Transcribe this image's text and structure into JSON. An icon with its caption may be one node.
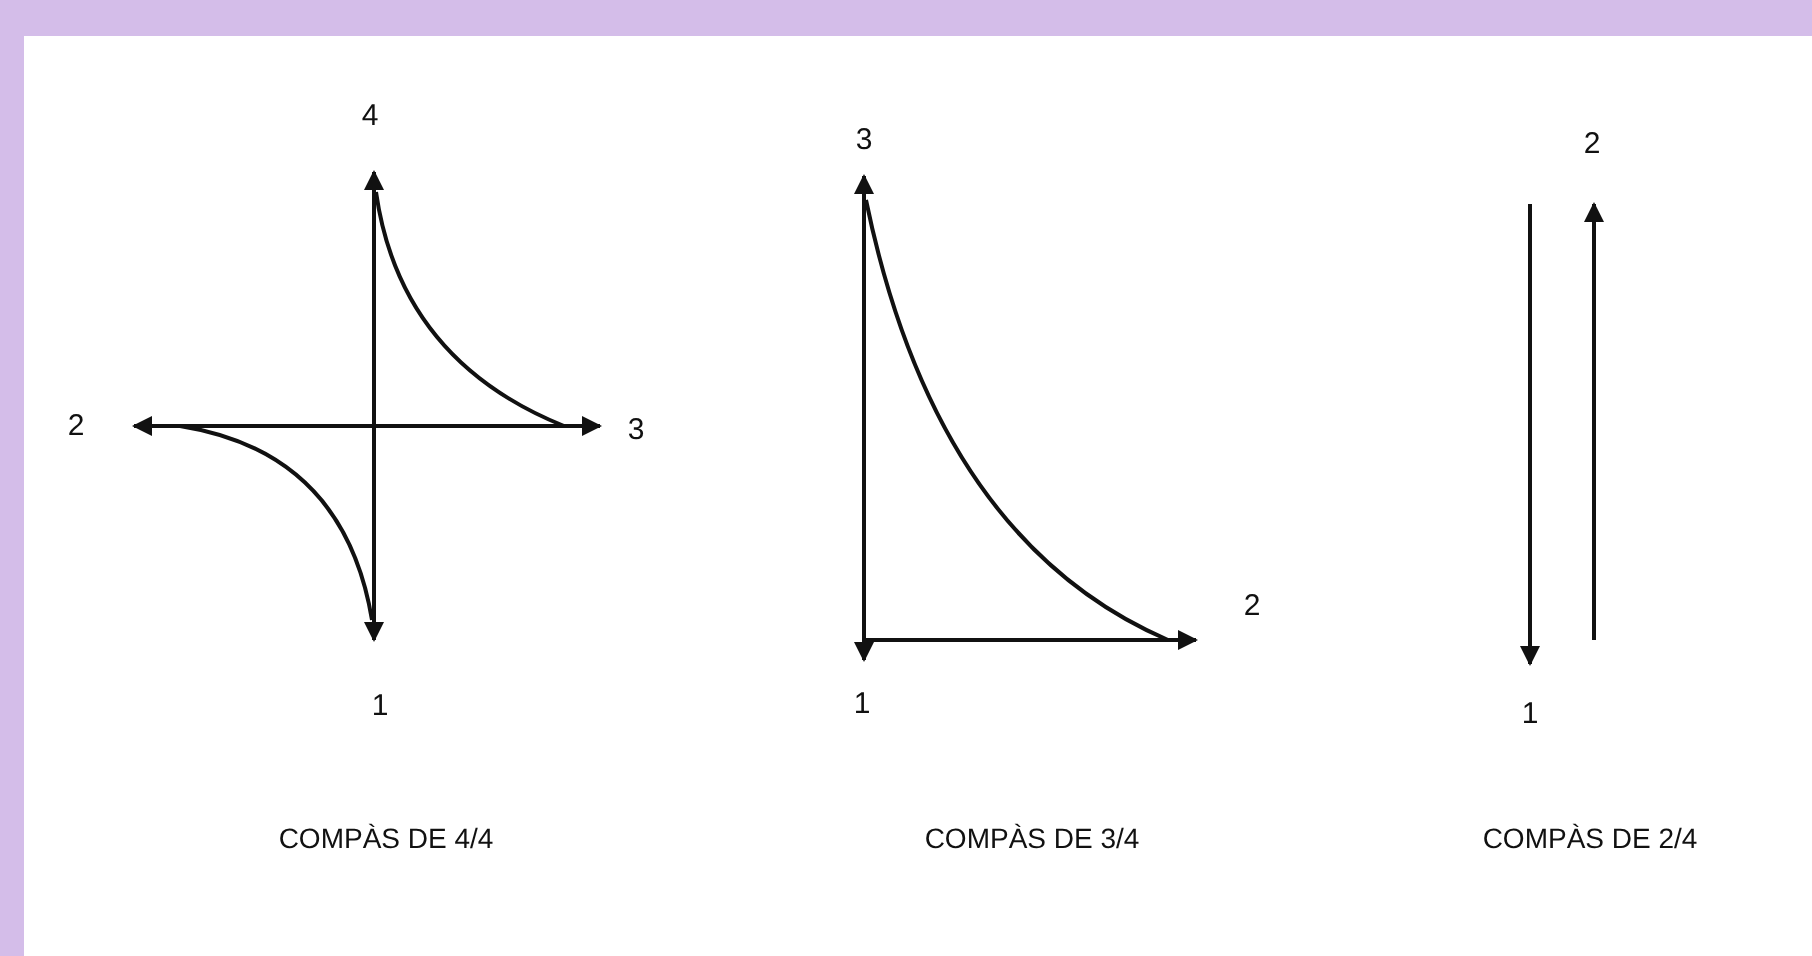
{
  "diagram": {
    "labels": [
      "4",
      "2",
      "3",
      "1",
      "COMPÀS DE 4/4",
      "3",
      "2",
      "1",
      "COMPÀS DE 3/4",
      "2",
      "1",
      "COMPÀS DE 2/4"
    ]
  }
}
